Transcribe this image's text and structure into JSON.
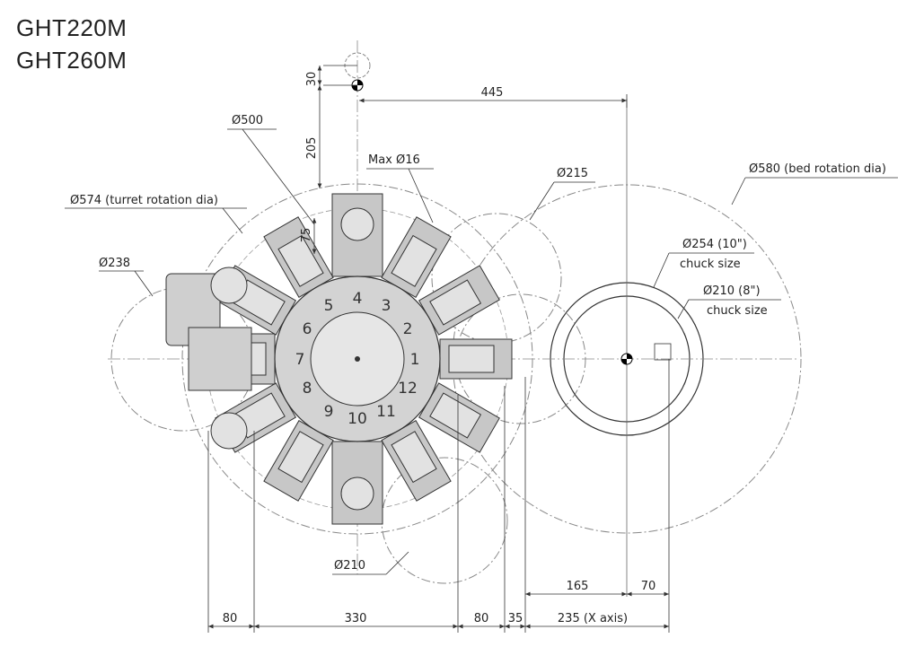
{
  "titles": [
    "GHT220M",
    "GHT260M"
  ],
  "labels": {
    "d500": "Ø500",
    "d574": "Ø574 (turret rotation dia)",
    "d238": "Ø238",
    "max16": "Max Ø16",
    "d215": "Ø215",
    "d580": "Ø580 (bed rotation dia)",
    "d254": "Ø254 (10\")",
    "chuck1": "chuck size",
    "d210_8": "Ø210 (8\")",
    "chuck2": "chuck size",
    "d210": "Ø210"
  },
  "dimensions": {
    "v30": "30",
    "v205": "205",
    "v75": "75",
    "h445": "445",
    "h165": "165",
    "h70": "70",
    "b80a": "80",
    "b330": "330",
    "b80b": "80",
    "b35": "35",
    "b235": "235 (X axis)"
  },
  "station_numbers": [
    "1",
    "2",
    "3",
    "4",
    "5",
    "6",
    "7",
    "8",
    "9",
    "10",
    "11",
    "12"
  ],
  "colors": {
    "line": "#333333",
    "dash": "#777777",
    "fill_dark": "#bdbdbd",
    "fill_light": "#e2e2e2"
  }
}
